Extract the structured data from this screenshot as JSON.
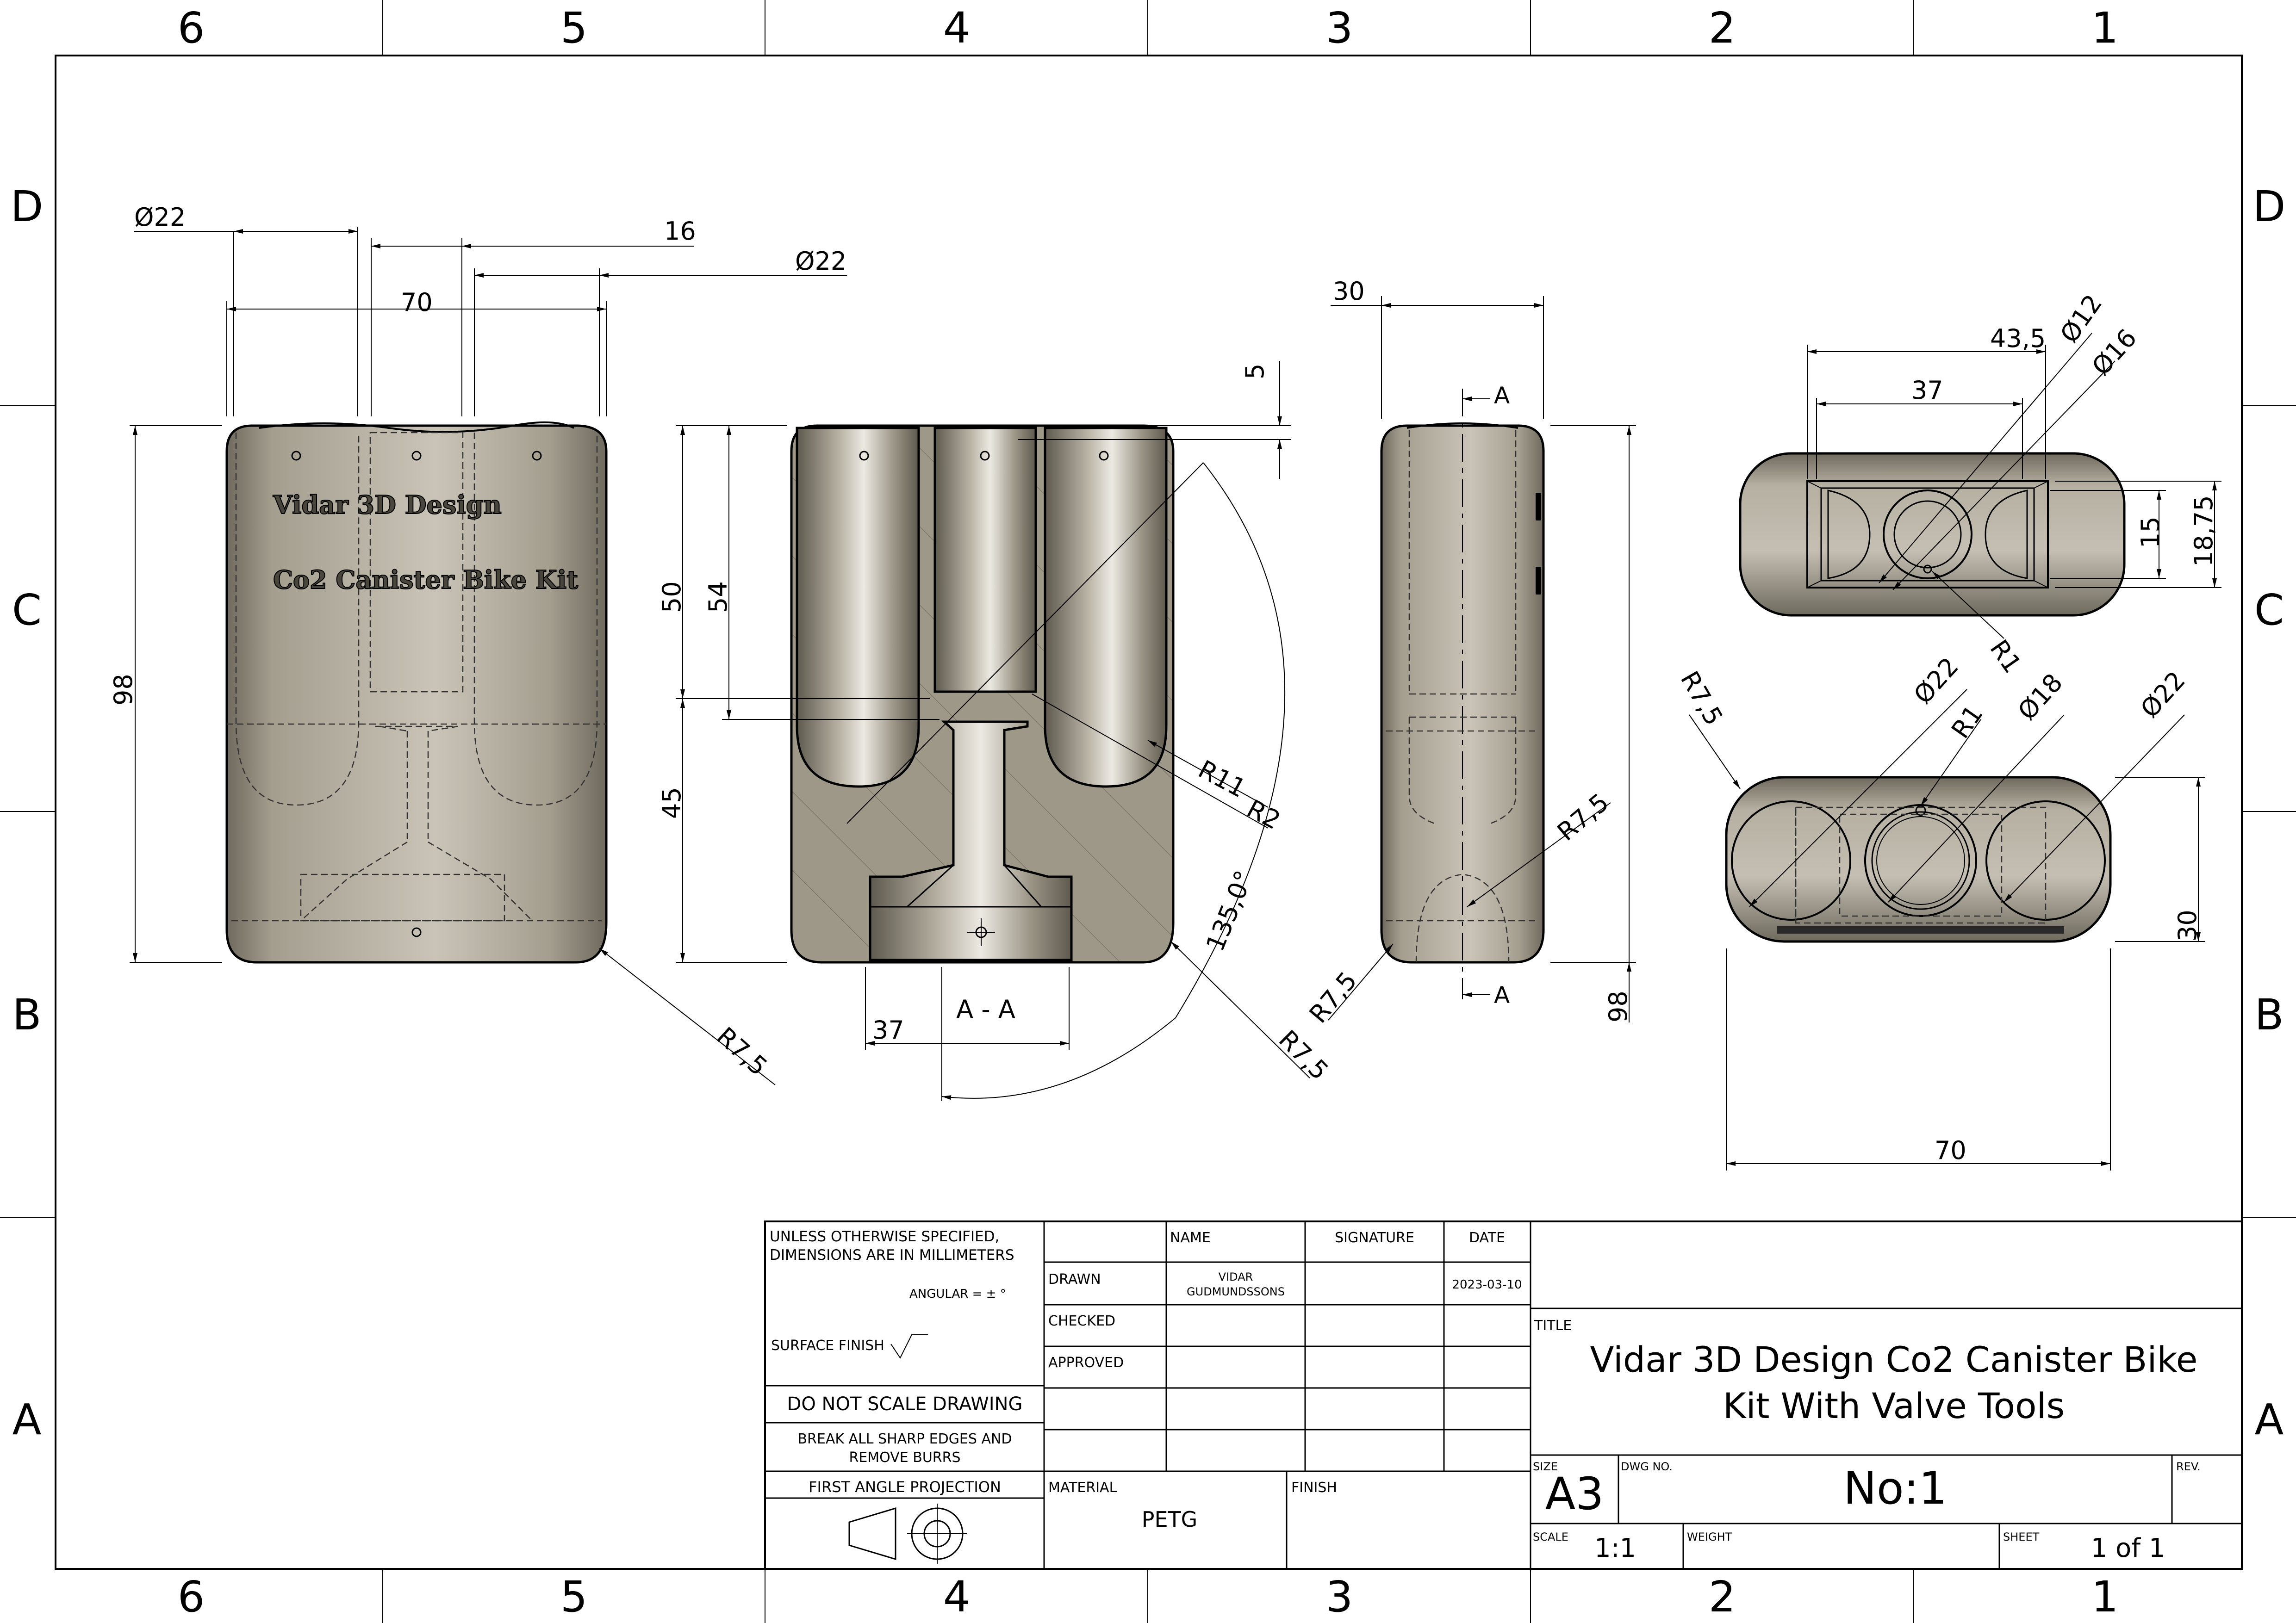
{
  "zones": {
    "columns": [
      "6",
      "5",
      "4",
      "3",
      "2",
      "1"
    ],
    "rows": [
      "D",
      "C",
      "B",
      "A"
    ]
  },
  "colors": {
    "part_fill": "#a49e8f",
    "part_highlight": "#d9d5cb",
    "part_shadow": "#6f6a5e",
    "line": "#000000"
  },
  "front_view": {
    "emboss_line1": "Vidar 3D Design",
    "emboss_line2": "Co2 Canister Bike Kit",
    "dims": {
      "d22_left": "Ø22",
      "d16": "16",
      "d22_right": "Ø22",
      "width70": "70",
      "height98": "98",
      "r75": "R7,5"
    }
  },
  "section_view": {
    "label": "A - A",
    "dims": {
      "d5": "5",
      "d50": "50",
      "d54": "54",
      "d45": "45",
      "d37": "37",
      "r11": "R11",
      "r2": "R2",
      "angle": "135,0°",
      "r75": "R7,5"
    }
  },
  "side_view": {
    "cut_label": "A",
    "dims": {
      "d30": "30",
      "r75_top": "R7,5",
      "r75_bottom": "R7,5",
      "height98": "98"
    }
  },
  "top_view": {
    "dims": {
      "d435": "43,5",
      "d37": "37",
      "d12": "Ø12",
      "d16": "Ø16",
      "d15": "15",
      "d1875": "18,75",
      "r1": "R1"
    }
  },
  "bottom_view": {
    "dims": {
      "r75": "R7,5",
      "d22a": "Ø22",
      "r1": "R1",
      "d18": "Ø18",
      "d22b": "Ø22",
      "d30": "30",
      "width70": "70"
    }
  },
  "title_block": {
    "general_note": "UNLESS OTHERWISE SPECIFIED,",
    "general_note2": "DIMENSIONS ARE IN MILLIMETERS",
    "angular": "ANGULAR = ± °",
    "surface_finish": "SURFACE FINISH",
    "do_not_scale": "DO NOT SCALE DRAWING",
    "break_edges": "BREAK ALL SHARP EDGES AND",
    "break_edges2": "REMOVE BURRS",
    "projection": "FIRST ANGLE PROJECTION",
    "col_name": "NAME",
    "col_signature": "SIGNATURE",
    "col_date": "DATE",
    "row_drawn": "DRAWN",
    "row_checked": "CHECKED",
    "row_approved": "APPROVED",
    "drawn_name": "VIDAR",
    "drawn_name2": "GUDMUNDSSONS",
    "drawn_date": "2023-03-10",
    "material_label": "MATERIAL",
    "material": "PETG",
    "finish_label": "FINISH",
    "title_label": "TITLE",
    "title_line1": "Vidar 3D Design Co2 Canister Bike",
    "title_line2": "Kit With Valve Tools",
    "size_label": "SIZE",
    "size": "A3",
    "dwg_label": "DWG NO.",
    "dwg_no": "No:1",
    "rev_label": "REV.",
    "scale_label": "SCALE",
    "scale": "1:1",
    "weight_label": "WEIGHT",
    "sheet_label": "SHEET",
    "sheet": "1 of 1"
  }
}
